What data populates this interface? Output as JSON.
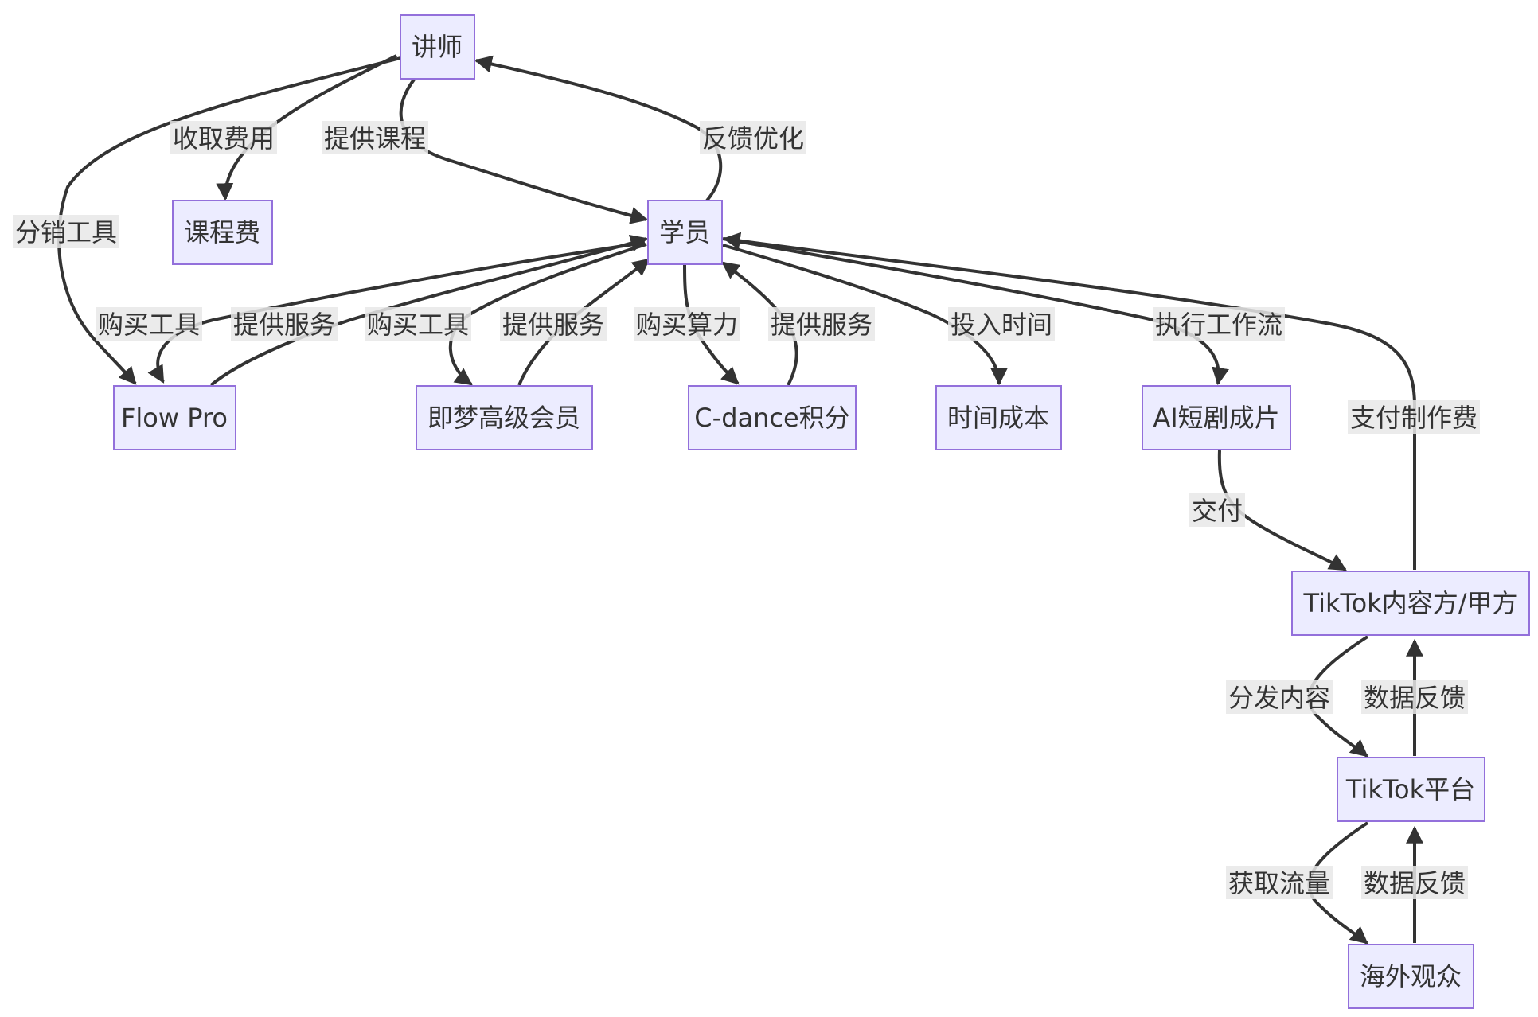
{
  "nodes": {
    "lecturer": "讲师",
    "course_fee": "课程费",
    "student": "学员",
    "flow_pro": "Flow Pro",
    "jimeng": "即梦高级会员",
    "cdance": "C-dance积分",
    "time_cost": "时间成本",
    "ai_drama": "AI短剧成片",
    "tiktok_client": "TikTok内容方/甲方",
    "tiktok_platform": "TikTok平台",
    "overseas": "海外观众"
  },
  "edges": {
    "lecturer_fee": "收取费用",
    "lecturer_course": "提供课程",
    "student_feedback": "反馈优化",
    "lecturer_distribute": "分销工具",
    "student_buy_flow": "购买工具",
    "flow_service": "提供服务",
    "student_buy_jimeng": "购买工具",
    "jimeng_service": "提供服务",
    "student_buy_cdance": "购买算力",
    "cdance_service": "提供服务",
    "student_time": "投入时间",
    "student_workflow": "执行工作流",
    "drama_deliver": "交付",
    "client_pay": "支付制作费",
    "client_distribute": "分发内容",
    "platform_feedback": "数据反馈",
    "platform_traffic": "获取流量",
    "audience_feedback": "数据反馈"
  },
  "colors": {
    "node_fill": "#ECECFF",
    "node_border": "#9370DB",
    "edge": "#333333",
    "label_bg": "#E8E8E8"
  }
}
